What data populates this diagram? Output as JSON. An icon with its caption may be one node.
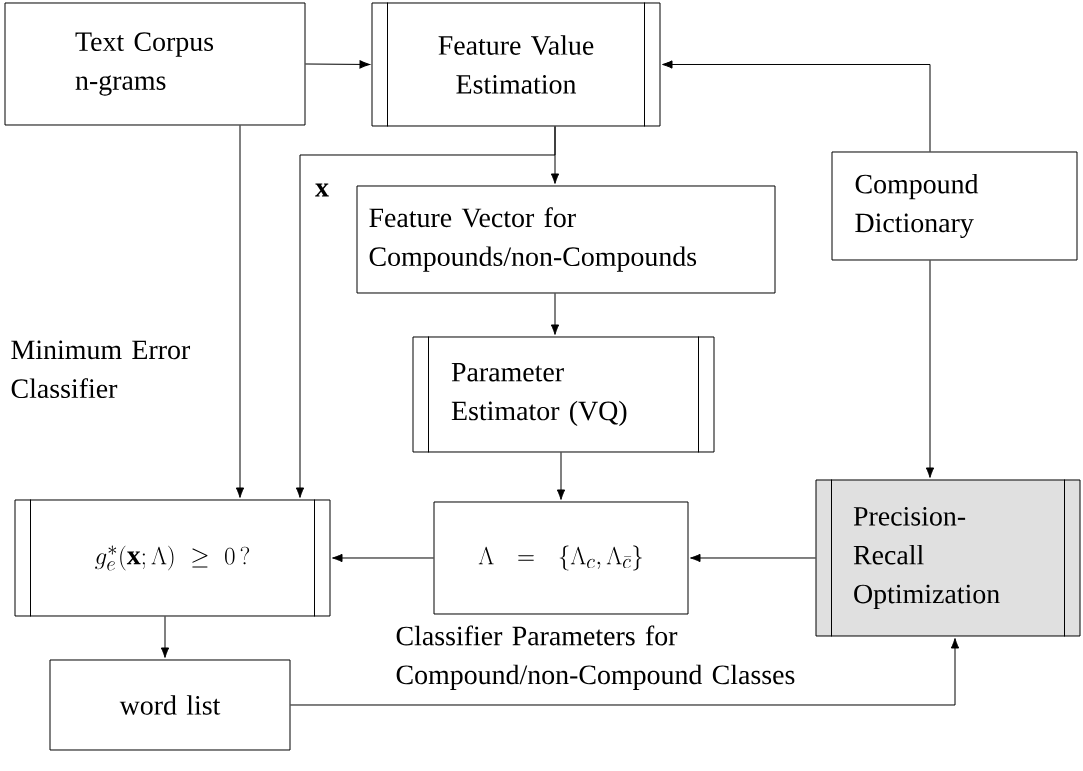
{
  "diagram": {
    "nodes": [
      {
        "text": [
          "Text Corpus n-grams"
        ]
      },
      {
        "text": [
          "Feature Value Estimation"
        ]
      },
      {
        "text": [
          "Compound Dictionary"
        ]
      },
      {
        "text": [
          "Feature Vector for Compounds/non-Compounds"
        ]
      },
      {
        "text": [
          "Parameter Estimator (VQ)"
        ]
      },
      {
        "text": [
          "g_{e}^{*}(\\mathbf{x};\\Lambda) \\geq 0\\,?"
        ],
        "beside": [
          "Minimum Error Classifier"
        ]
      },
      {
        "text": [
          "\\Lambda \\;=\\; \\{\\Lambda_{c},\\Lambda_{\\bar{c}}\\}"
        ],
        "beside": [
          "Classifier Parameters for Compound/non-Compound Classes"
        ]
      },
      {
        "text": [
          "Precision- Recall Optimization"
        ]
      },
      {
        "text": [
          "word list"
        ]
      }
    ],
    "edges": [
      {
        "from": 0,
        "to": 1,
        "arrow": "to"
      },
      {
        "from": 0,
        "to": 5,
        "arrow": "to"
      },
      {
        "from": 1,
        "to": 3,
        "arrow": "to"
      },
      {
        "from": 1,
        "to": 5,
        "arrow": "to",
        "label": "x"
      },
      {
        "from": 2,
        "to": 1,
        "arrow": "to"
      },
      {
        "from": 3,
        "to": 4,
        "arrow": "to"
      },
      {
        "from": 4,
        "to": 6,
        "arrow": "to"
      },
      {
        "from": 6,
        "to": 5,
        "arrow": "to"
      },
      {
        "from": 7,
        "to": 6,
        "arrow": "to"
      },
      {
        "from": 2,
        "to": 7,
        "arrow": "to"
      },
      {
        "from": 8,
        "to": 7,
        "arrow": "to"
      },
      {
        "from": 5,
        "to": 8,
        "arrow": "to"
      }
    ]
  }
}
